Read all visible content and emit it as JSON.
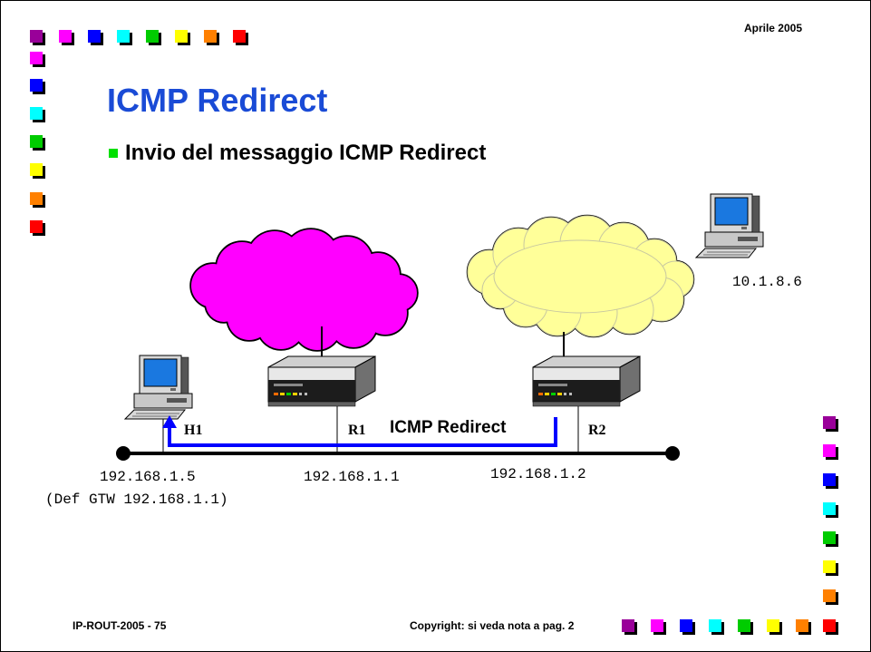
{
  "header": {
    "date": "Aprile 2005"
  },
  "slide": {
    "title": "ICMP Redirect",
    "bullet": "Invio del messaggio ICMP Redirect"
  },
  "diagram": {
    "remote_host_ip": "10.1.8.6",
    "h1": {
      "label": "H1",
      "ip": "192.168.1.5",
      "note": "(Def GTW 192.168.1.1)"
    },
    "r1": {
      "label": "R1",
      "ip": "192.168.1.1"
    },
    "r2": {
      "label": "R2",
      "ip": "192.168.1.2"
    },
    "message_label": "ICMP Redirect",
    "colors": {
      "cloud_left": "#ff00ff",
      "cloud_right": "#ffff99",
      "arrow": "#0000ff",
      "lan": "#000000"
    }
  },
  "footer": {
    "doc_id": "IP-ROUT-2005 - 75",
    "copyright": "Copyright: si veda nota a pag. 2"
  },
  "decor_colors": [
    "#990099",
    "#ff00ff",
    "#0000ff",
    "#00ffff",
    "#00cc00",
    "#ffff00",
    "#ff8000",
    "#ff0000"
  ]
}
